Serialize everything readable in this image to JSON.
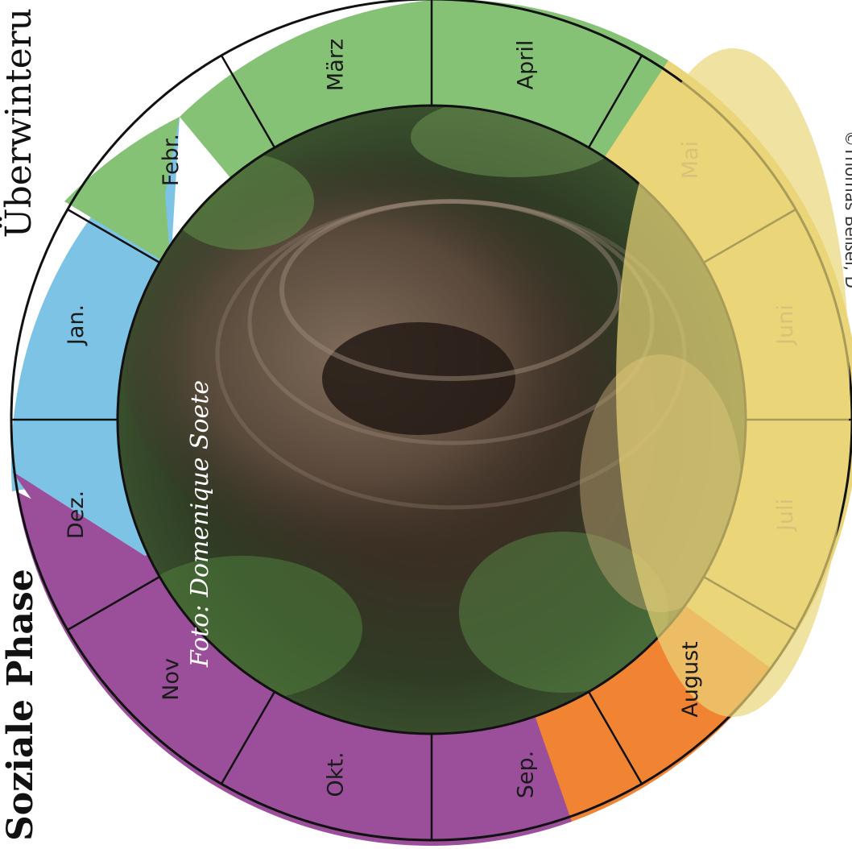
{
  "months": [
    {
      "id": "jan",
      "label": "Jan."
    },
    {
      "id": "febr",
      "label": "Febr."
    },
    {
      "id": "maerz",
      "label": "März"
    },
    {
      "id": "april",
      "label": "April"
    },
    {
      "id": "mai",
      "label": "Mai"
    },
    {
      "id": "juni",
      "label": "Juni"
    },
    {
      "id": "juli",
      "label": "Juli"
    },
    {
      "id": "august",
      "label": "August"
    },
    {
      "id": "sep",
      "label": "Sep."
    },
    {
      "id": "okt",
      "label": "Okt."
    },
    {
      "id": "nov",
      "label": "Nov"
    },
    {
      "id": "dez",
      "label": "Dez."
    }
  ],
  "phases": {
    "overwintering": {
      "title": "Überwinteru",
      "color": "#7cc3e6"
    },
    "founding": {
      "color": "#86c276"
    },
    "social": {
      "title": "Soziale Phase",
      "color": "#ead679"
    },
    "reproduction": {
      "color": "#f08433"
    },
    "dying": {
      "color": "#9b4f9b"
    }
  },
  "photo_credit": "Foto: Domenique Soete",
  "copyright": "©Thomas Beißel, D"
}
